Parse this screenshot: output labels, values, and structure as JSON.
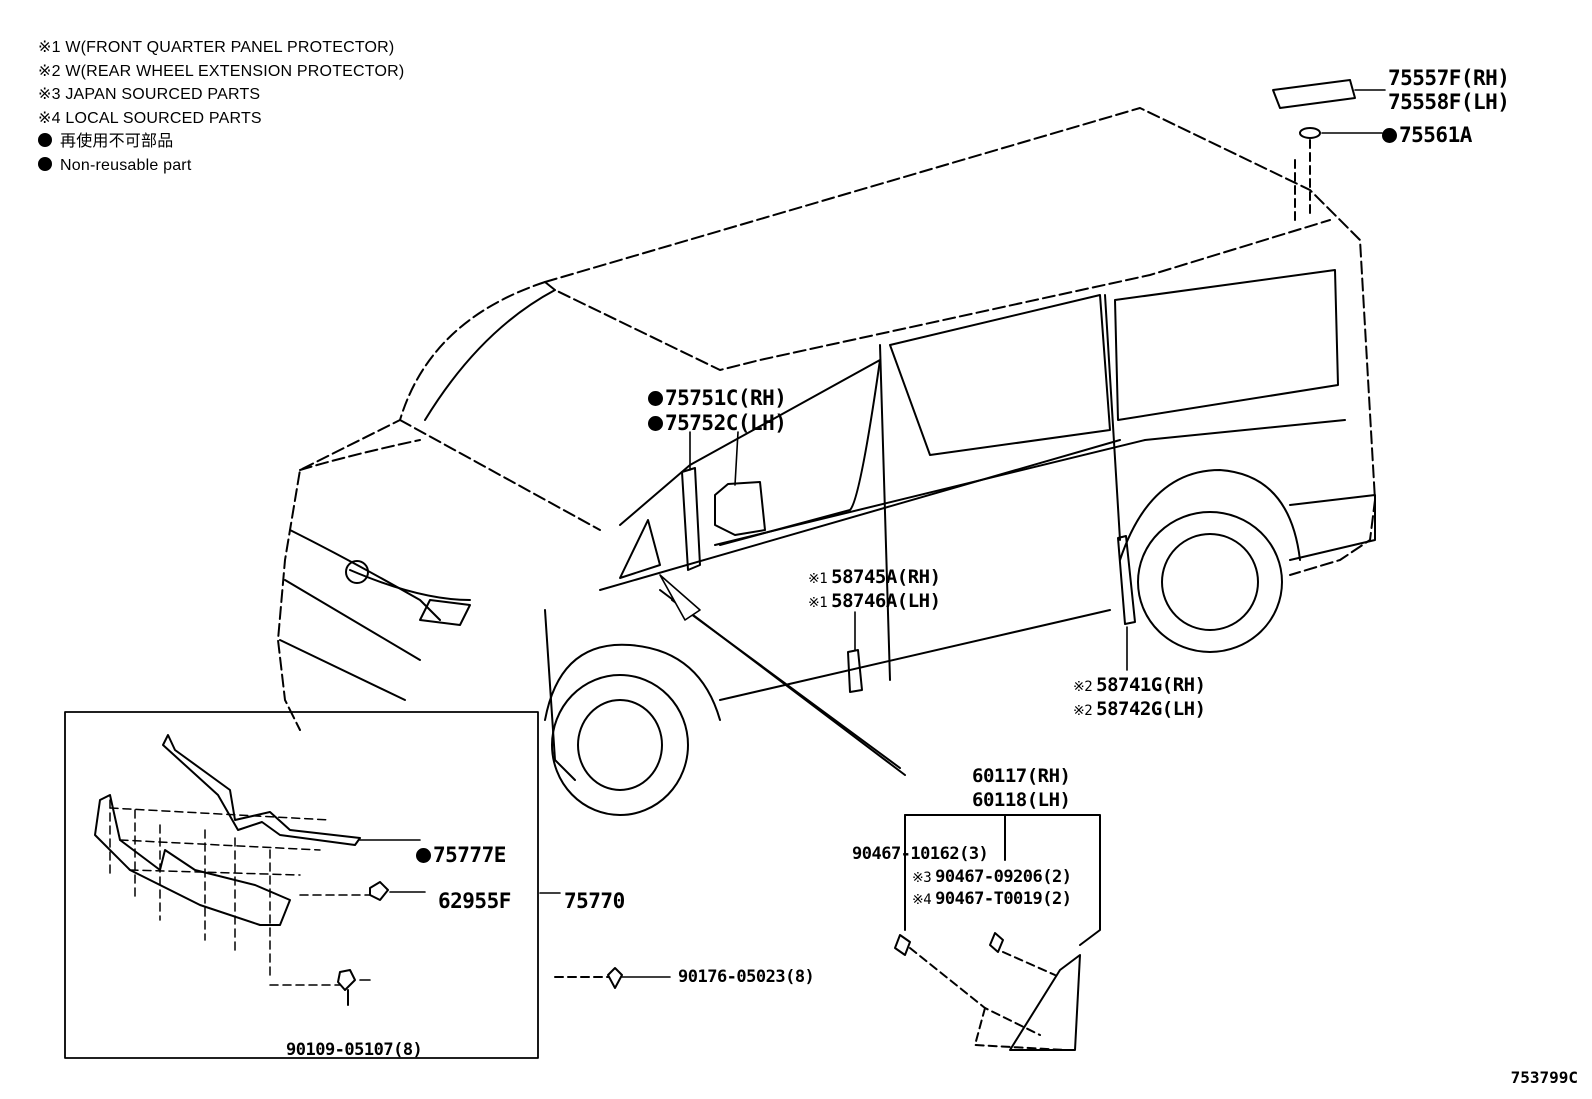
{
  "legend": {
    "notes": [
      "※1 W(FRONT QUARTER PANEL PROTECTOR)",
      "※2 W(REAR WHEEL EXTENSION PROTECTOR)",
      "※3 JAPAN SOURCED PARTS",
      "※4 LOCAL SOURCED PARTS"
    ],
    "nonreusable_jp": "再使用不可部品",
    "nonreusable_en": "Non-reusable part"
  },
  "parts": {
    "p75557f": "75557F(RH)",
    "p75558f": "75558F(LH)",
    "p75561a": "75561A",
    "p75751c": "75751C(RH)",
    "p75752c": "75752C(LH)",
    "p58745a": "58745A(RH)",
    "p58746a": "58746A(LH)",
    "p58741g": "58741G(RH)",
    "p58742g": "58742G(LH)",
    "p60117": "60117(RH)",
    "p60118": "60118(LH)",
    "p90467_10162": "90467-10162(3)",
    "p90467_09206": "90467-09206(2)",
    "p90467_t0019": "90467-T0019(2)",
    "p75777e": "75777E",
    "p62955f": "62955F",
    "p75770": "75770",
    "p90176": "90176-05023(8)",
    "p90109": "90109-05107(8)"
  },
  "markers": {
    "m1": "※1",
    "m2": "※2",
    "m3": "※3",
    "m4": "※4"
  },
  "diagram_ref": "753799C"
}
